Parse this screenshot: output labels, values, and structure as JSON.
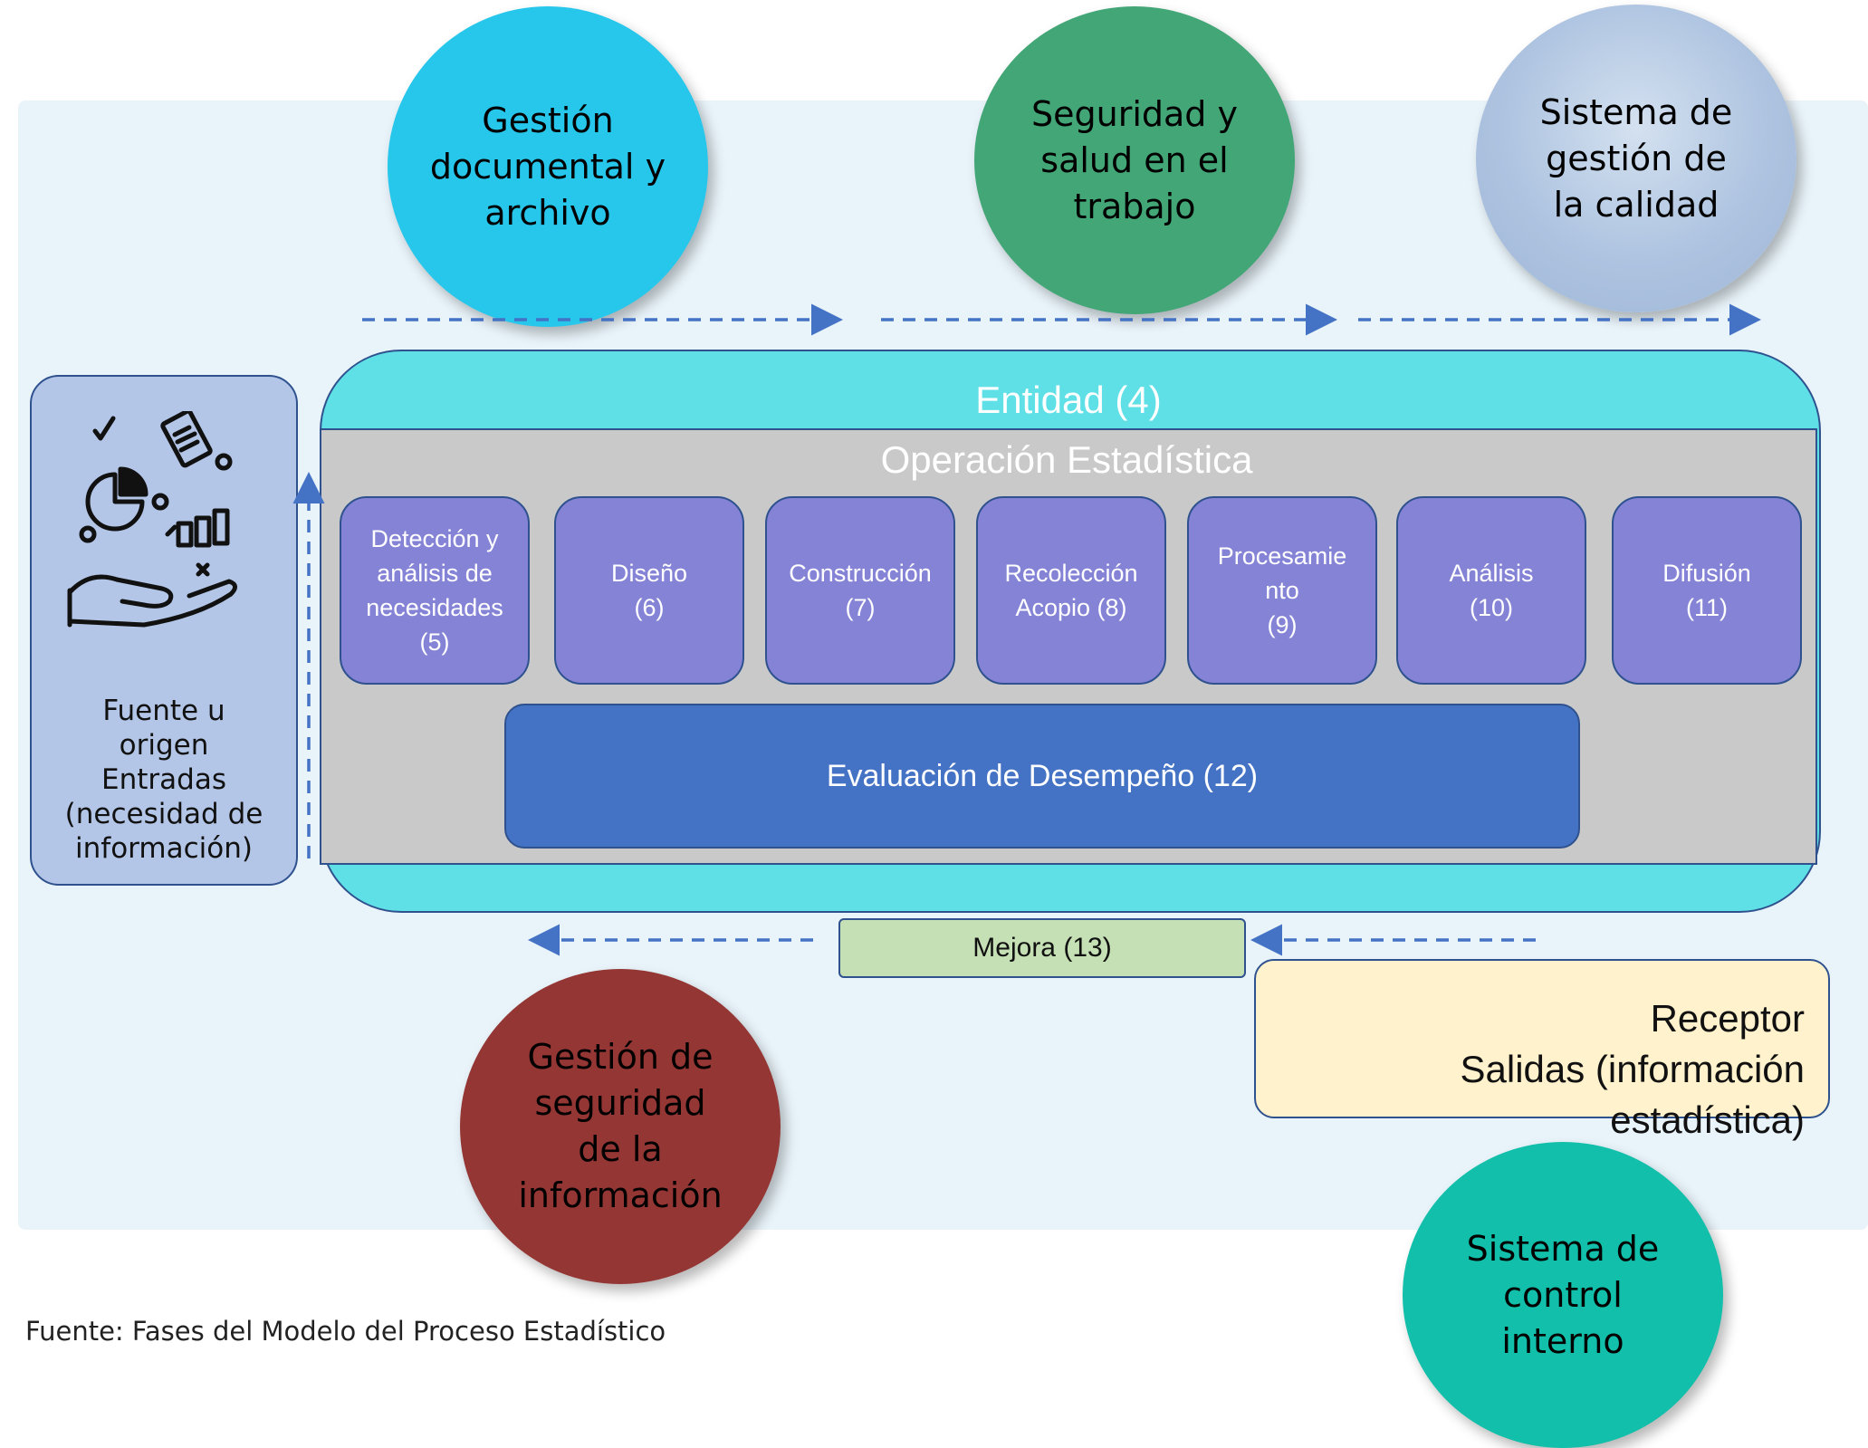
{
  "top_circles": [
    {
      "label": "Gestión\ndocumental y\narchivo",
      "color": "#27c7ec",
      "text_color": "#111111"
    },
    {
      "label": "Seguridad y\nsalud en el\ntrabajo",
      "color": "#42a676",
      "text_color": "#111111"
    },
    {
      "label": "Sistema de\ngestión de\nla calidad",
      "color": "#adc3e0",
      "text_color": "#111111"
    }
  ],
  "bottom_circles": [
    {
      "label": "Gestión de\nseguridad\nde la\ninformación",
      "color": "#943634",
      "text_color": "#111111"
    },
    {
      "label": "Sistema de\ncontrol\ninterno",
      "color": "#12bfaa",
      "text_color": "#111111"
    }
  ],
  "source": {
    "label": "Fuente u\norigen\nEntradas\n(necesidad de\ninformación)",
    "icon": "data-hand-icon"
  },
  "entity": {
    "title": "Entidad (4)"
  },
  "operation": {
    "title": "Operación Estadística"
  },
  "phases": [
    {
      "label": "Detección y\nanálisis de\nnecesidades\n(5)"
    },
    {
      "label": "Diseño\n(6)"
    },
    {
      "label": "Construcción\n(7)"
    },
    {
      "label": "Recolección\nAcopio (8)"
    },
    {
      "label": "Procesamie\nnto\n(9)"
    },
    {
      "label": "Análisis\n(10)"
    },
    {
      "label": "Difusión\n(11)"
    }
  ],
  "evaluation": {
    "label": "Evaluación de Desempeño (12)"
  },
  "improvement": {
    "label": "Mejora (13)"
  },
  "receptor": {
    "title": "Receptor",
    "subtitle": "Salidas (información estadística)"
  },
  "caption": "Fuente: Fases del Modelo del Proceso Estadístico",
  "colors": {
    "arrow": "#4472c4",
    "border": "#2f528f"
  }
}
